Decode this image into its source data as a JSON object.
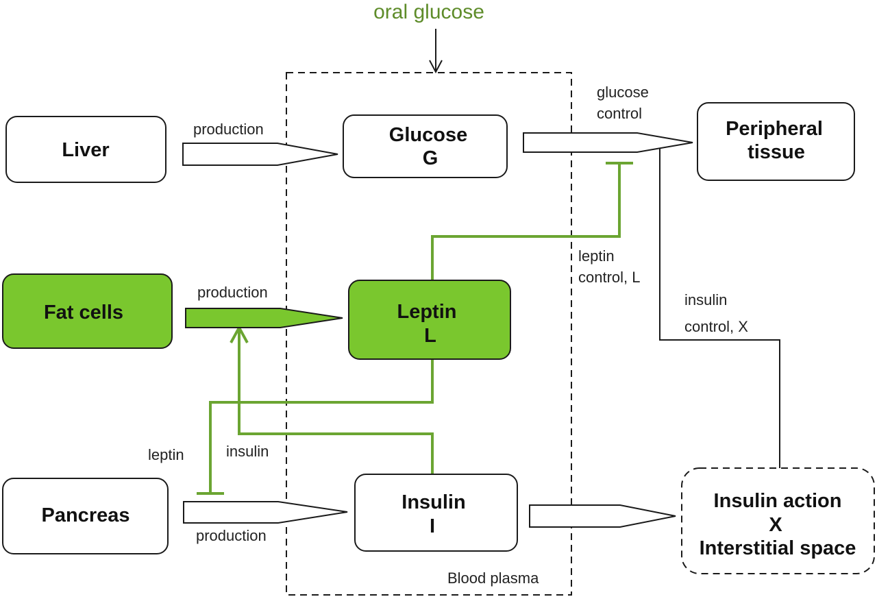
{
  "input": {
    "label": "oral glucose"
  },
  "compartment": {
    "label": "Blood plasma"
  },
  "nodes": {
    "liver": {
      "line1": "Liver"
    },
    "fat_cells": {
      "line1": "Fat cells"
    },
    "pancreas": {
      "line1": "Pancreas"
    },
    "glucose": {
      "line1": "Glucose",
      "line2": "G"
    },
    "leptin": {
      "line1": "Leptin",
      "line2": "L"
    },
    "insulin": {
      "line1": "Insulin",
      "line2": "I"
    },
    "peripheral": {
      "line1": "Peripheral",
      "line2": "tissue"
    },
    "insulin_action": {
      "line1": "Insulin action",
      "line2": "X",
      "line3": "Interstitial space"
    }
  },
  "edges": {
    "liver_production": "production",
    "fat_production": "production",
    "pancreas_production": "production",
    "glucose_control": {
      "line1": "glucose",
      "line2": "control"
    },
    "leptin_control": {
      "line1": "leptin",
      "line2": "control, L"
    },
    "insulin_control": {
      "line1": "insulin",
      "line2": "control, X"
    },
    "leptin_to_pancreas": "leptin",
    "insulin_to_fat": "insulin"
  },
  "colors": {
    "green_fill": "#7ac72e",
    "green_line": "#6ba532",
    "green_text": "#5e8c2a"
  }
}
